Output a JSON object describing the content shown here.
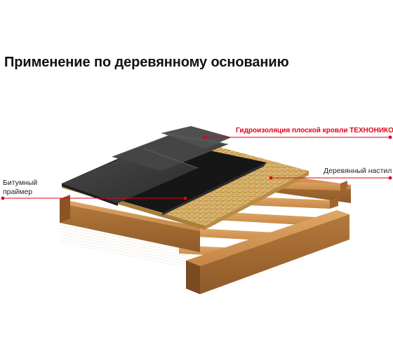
{
  "title": "Применение по деревянному основанию",
  "labels": {
    "membrane": "Гидроизоляция плоской кровли ТЕХНОНИКОЛЬ",
    "primer_line1": "Битумный",
    "primer_line2": "праймер",
    "deck": "Деревянный настил"
  },
  "colors": {
    "accent": "#e2001a",
    "membrane": "#3a3a3a",
    "primer": "#141414",
    "osb": "#d8b56c",
    "wood": "#b0773a"
  }
}
